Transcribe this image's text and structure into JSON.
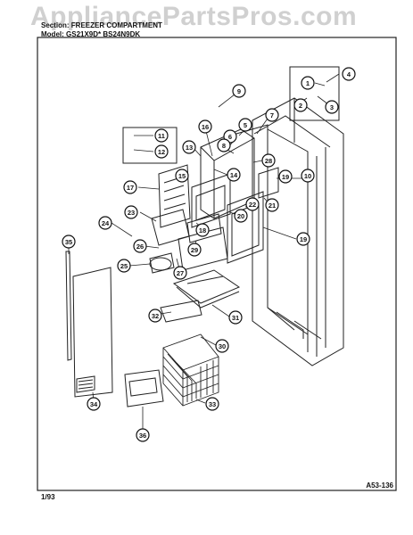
{
  "watermark": "AppliancePartsPros.com",
  "header": {
    "section_label": "Section:",
    "section_value": "FREEZER COMPARTMENT",
    "model_label": "Model:",
    "model_value": "GS21X9D*  BS24N9DK"
  },
  "footer": {
    "date": "1/93",
    "code": "A53-136"
  },
  "callouts": [
    "1",
    "2",
    "3",
    "4",
    "5",
    "6",
    "7",
    "8",
    "9",
    "10",
    "11",
    "12",
    "13",
    "14",
    "15",
    "16",
    "17",
    "18",
    "19",
    "19",
    "20",
    "21",
    "22",
    "23",
    "24",
    "25",
    "26",
    "27",
    "28",
    "29",
    "30",
    "31",
    "32",
    "33",
    "34",
    "35",
    "36"
  ],
  "colors": {
    "line": "#111111",
    "watermark": "#aaaaaa"
  }
}
